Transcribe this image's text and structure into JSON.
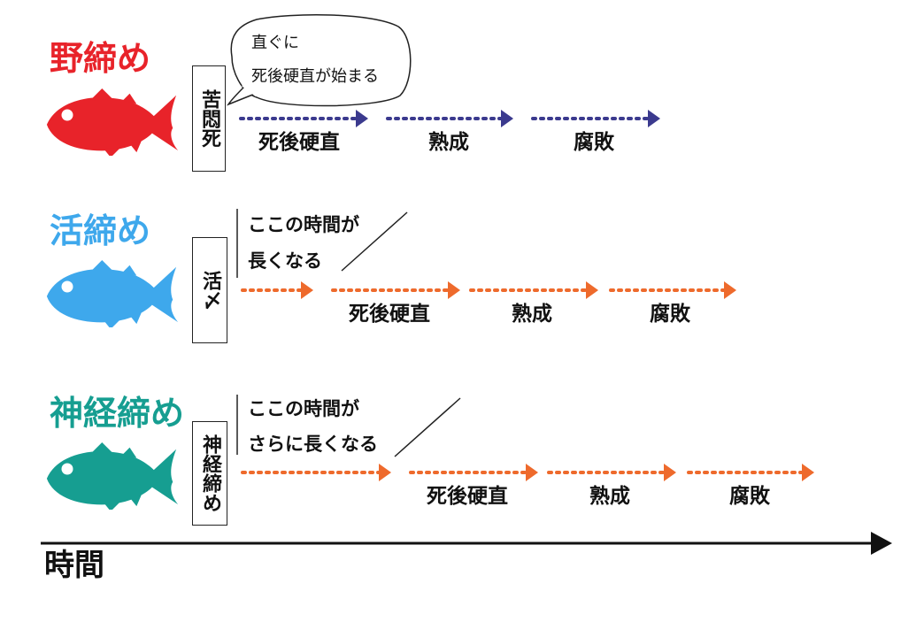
{
  "colors": {
    "nojime": "#e8232a",
    "ikejime": "#3ea8ec",
    "shinkei": "#169e91",
    "arrow_blue": "#3b3a8e",
    "arrow_orange": "#ee6a2c",
    "axis": "#111111"
  },
  "rows": [
    {
      "title": "野締め",
      "box_label": "苦悶死",
      "stages": [
        "死後硬直",
        "熟成",
        "腐敗"
      ],
      "fish_icon": "fish-icon"
    },
    {
      "title": "活締め",
      "box_label": "活〆",
      "note_lines": [
        "ここの時間が",
        "長くなる"
      ],
      "stages": [
        "死後硬直",
        "熟成",
        "腐敗"
      ],
      "fish_icon": "fish-icon"
    },
    {
      "title": "神経締め",
      "box_label": "神経締め",
      "note_lines": [
        "ここの時間が",
        "さらに長くなる"
      ],
      "stages": [
        "死後硬直",
        "熟成",
        "腐敗"
      ],
      "fish_icon": "fish-icon"
    }
  ],
  "bubble": {
    "lines": [
      "直ぐに",
      "死後硬直が始まる"
    ]
  },
  "axis": {
    "label": "時間"
  }
}
